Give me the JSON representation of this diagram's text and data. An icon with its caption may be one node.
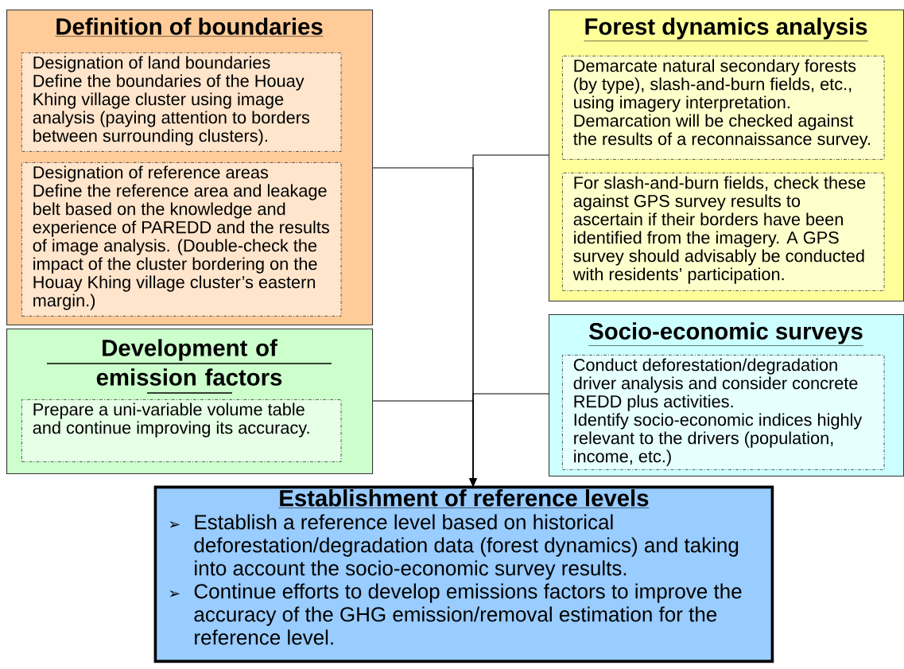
{
  "diagram": {
    "nodes": [
      {
        "text": [
          "Definition of boundaries"
        ]
      },
      {
        "text": [
          "Designation of land boundaries",
          "Define the boundaries of the Houay Khing village cluster using image analysis (paying attention to borders between surrounding clusters)."
        ],
        "in": 0
      },
      {
        "text": [
          "Designation of reference areas",
          "Define the reference area and leakage belt based on the knowledge and experience of PAREDD and the results of image analysis. (Double-check the impact of the cluster bordering on the Houay Khing village cluster’s eastern margin.)"
        ],
        "in": 0
      },
      {
        "text": [
          "Development of emission factors"
        ]
      },
      {
        "text": [
          "Prepare a uni-variable volume table and continue improving its accuracy."
        ],
        "in": 3
      },
      {
        "text": [
          "Forest dynamics analysis"
        ]
      },
      {
        "text": [
          "Demarcate natural secondary forests (by type), slash-and-burn fields, etc., using imagery interpretation.",
          "Demarcation will be checked against the results of a reconnaissance survey."
        ],
        "in": 5
      },
      {
        "text": [
          "For slash-and-burn fields, check these against GPS survey results to ascertain if their borders have been identified from the imagery. A GPS survey should advisably be conducted with residents’ participation."
        ],
        "in": 5
      },
      {
        "text": [
          "Socio-economic surveys"
        ]
      },
      {
        "text": [
          "Conduct deforestation/degradation driver analysis and consider concrete REDD plus activities.",
          "Identify socio-economic indices highly relevant to the drivers (population, income, etc.)"
        ],
        "in": 8
      },
      {
        "text": [
          "Establishment of reference levels",
          "Establish a reference level based on historical deforestation/degradation data (forest dynamics) and taking into account the socio-economic survey results.",
          "Continue efforts to develop emissions factors to improve the accuracy of the GHG emission/removal estimation for the reference level."
        ]
      }
    ],
    "edges": [
      {
        "from": 0,
        "to": 10,
        "arrow": "to"
      },
      {
        "from": 3,
        "to": 10,
        "arrow": "to"
      },
      {
        "from": 5,
        "to": 10,
        "arrow": "to"
      },
      {
        "from": 8,
        "to": 10,
        "arrow": "to"
      }
    ],
    "labels": [
      "➢",
      "➢"
    ]
  }
}
